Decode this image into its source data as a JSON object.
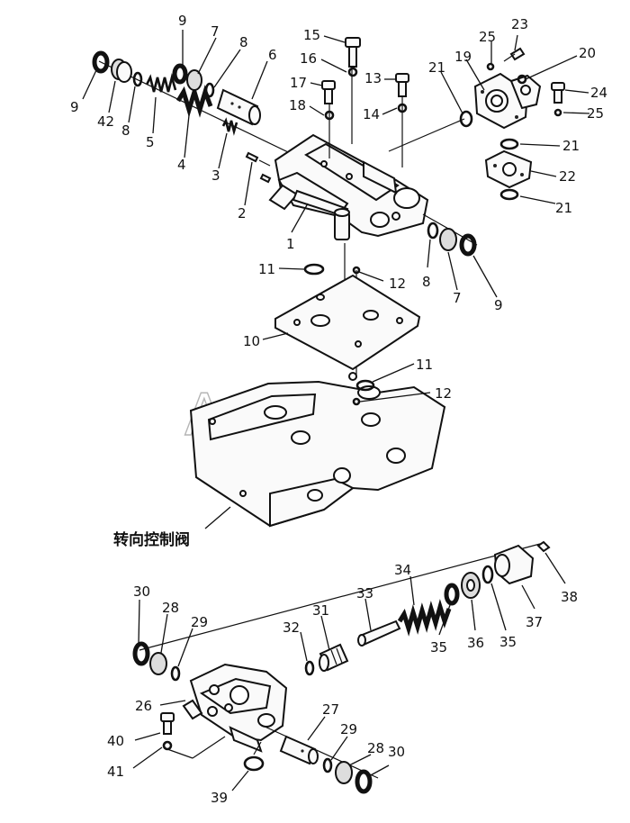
{
  "caption": "转向控制阀",
  "watermark": "AutoSoft",
  "labels": [
    "1",
    "2",
    "3",
    "4",
    "5",
    "6",
    "7",
    "8",
    "9",
    "9",
    "42",
    "8",
    "9",
    "7",
    "8",
    "10",
    "11",
    "12",
    "11",
    "12",
    "13",
    "14",
    "15",
    "16",
    "17",
    "18",
    "19",
    "20",
    "21",
    "21",
    "21",
    "22",
    "23",
    "24",
    "25",
    "25",
    "26",
    "27",
    "28",
    "28",
    "29",
    "29",
    "30",
    "30",
    "31",
    "32",
    "33",
    "34",
    "35",
    "35",
    "36",
    "37",
    "38",
    "39",
    "40",
    "41"
  ]
}
